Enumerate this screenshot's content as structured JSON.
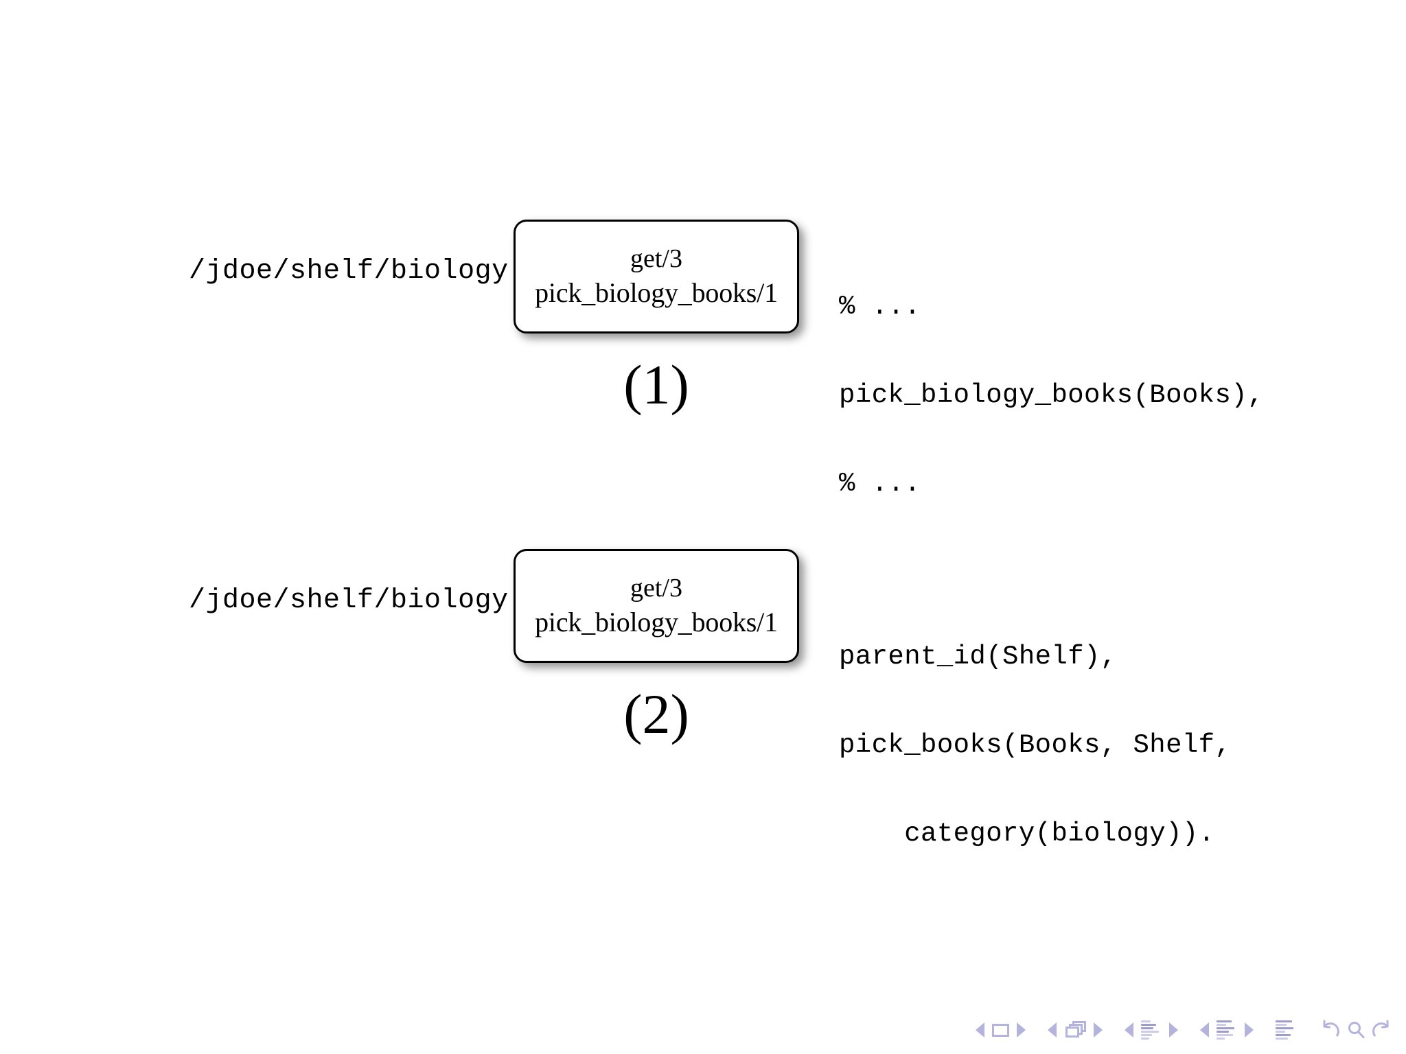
{
  "slide": {
    "background_color": "#ffffff",
    "text_color": "#000000"
  },
  "figures": [
    {
      "id": "figure-1",
      "caption": "(1)",
      "path_label": "/jdoe/shelf/biology",
      "box": {
        "line1": "get/3",
        "line2": "pick_biology_books/1",
        "border_color": "#000000",
        "fill_color": "#ffffff"
      },
      "code_lines": [
        "% ...",
        "pick_biology_books(Books),",
        "% ..."
      ]
    },
    {
      "id": "figure-2",
      "caption": "(2)",
      "path_label": "/jdoe/shelf/biology",
      "box": {
        "line1": "get/3",
        "line2": "pick_biology_books/1",
        "border_color": "#000000",
        "fill_color": "#ffffff"
      },
      "code_lines": [
        "parent_id(Shelf),",
        "pick_books(Books, Shelf,",
        "    category(biology))."
      ]
    }
  ],
  "navbar": {
    "accent_color": "#b3b3dd",
    "groups": [
      {
        "name": "frame-navigation",
        "prev_label": "◀",
        "icon": "frame-icon",
        "next_label": "▶"
      },
      {
        "name": "slide-navigation",
        "prev_label": "◀",
        "icon": "slides-stack-icon",
        "next_label": "▶"
      },
      {
        "name": "subsection-navigation",
        "prev_label": "◀",
        "icon": "subsection-lines-icon",
        "next_label": "▶"
      },
      {
        "name": "section-navigation",
        "prev_label": "◀",
        "icon": "section-lines-icon",
        "next_label": "▶"
      },
      {
        "name": "presentation-navigation",
        "icon": "document-lines-icon"
      },
      {
        "name": "history-navigation",
        "back_icon": "undo-arrow-icon",
        "search_icon": "search-icon",
        "forward_icon": "redo-arrow-icon"
      }
    ]
  }
}
